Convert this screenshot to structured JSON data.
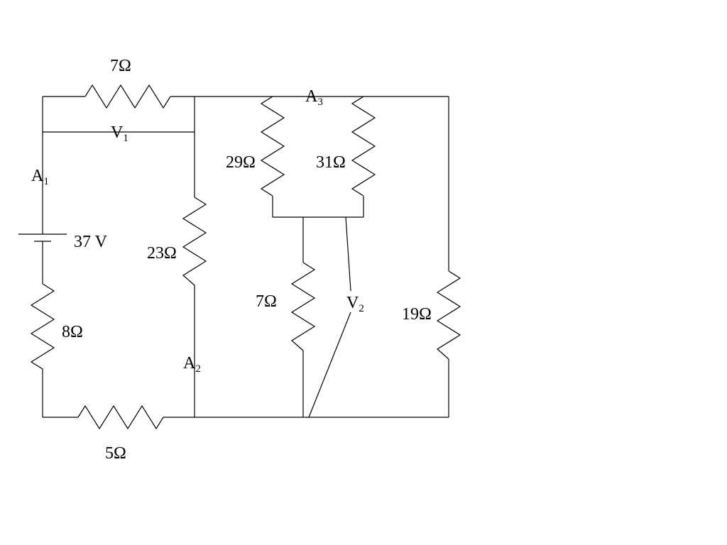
{
  "labels": {
    "r_top": "7Ω",
    "r_29": "29Ω",
    "r_31": "31Ω",
    "r_23": "23Ω",
    "r_mid": "7Ω",
    "r_19": "19Ω",
    "r_8": "8Ω",
    "r_bottom": "5Ω",
    "battery": "37 V"
  },
  "meters": {
    "a1": {
      "letter": "A",
      "index": "1"
    },
    "a2": {
      "letter": "A",
      "index": "2"
    },
    "a3": {
      "letter": "A",
      "index": "3"
    },
    "v1": {
      "letter": "V",
      "index": "1"
    },
    "v2": {
      "letter": "V",
      "index": "2"
    }
  }
}
